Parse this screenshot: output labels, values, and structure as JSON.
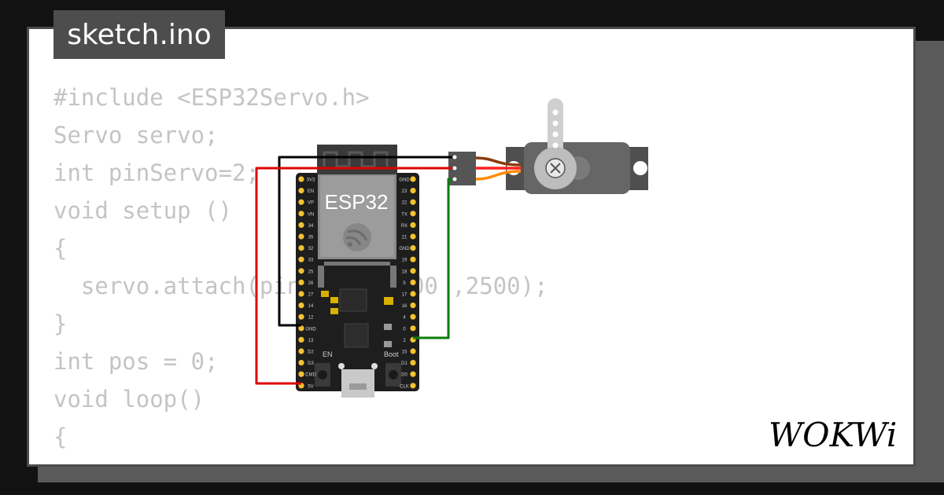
{
  "file_tab": {
    "label": "sketch.ino"
  },
  "code_lines": [
    "#include <ESP32Servo.h>",
    "Servo servo;",
    "int pinServo=2;",
    "void setup ()",
    "{",
    "  servo.attach(pinServo, 500 ,2500);",
    "}",
    "int pos = 0;",
    "void loop()",
    "{"
  ],
  "board": {
    "chip_label": "ESP32",
    "en_label": "EN",
    "boot_label": "Boot",
    "left_pins": [
      "3V3",
      "EN",
      "VP",
      "VN",
      "34",
      "35",
      "32",
      "33",
      "25",
      "26",
      "27",
      "14",
      "12",
      "GND",
      "13",
      "D2",
      "D3",
      "CMD",
      "5V"
    ],
    "right_pins": [
      "GND",
      "23",
      "22",
      "TX",
      "RX",
      "21",
      "GND",
      "19",
      "18",
      "5",
      "17",
      "16",
      "4",
      "0",
      "2",
      "15",
      "D1",
      "D0",
      "CLK"
    ]
  },
  "wire_colors": {
    "ground": "#000000",
    "power": "#e00000",
    "signal": "#0a7d0a",
    "servo_brown": "#8b3a0a",
    "servo_red": "#ff2020",
    "servo_orange": "#ff8c00"
  },
  "brand": {
    "logo_text": "WOKWi"
  }
}
